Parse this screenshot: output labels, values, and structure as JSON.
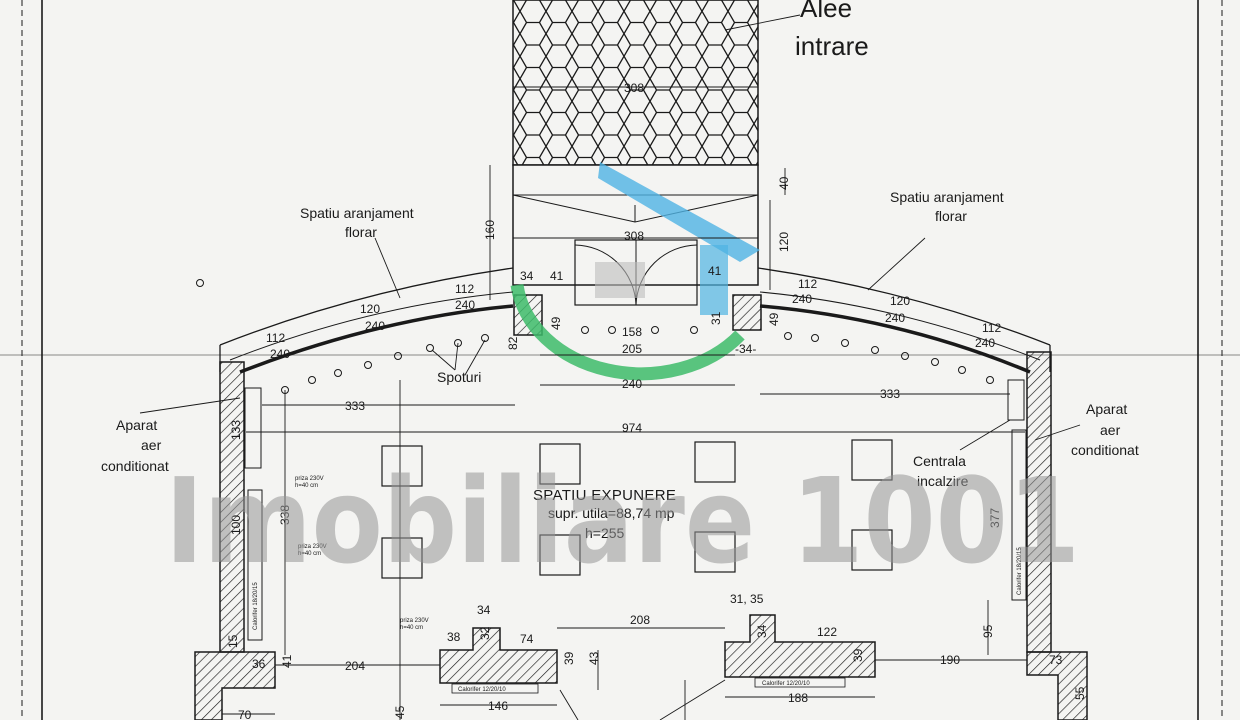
{
  "labels": {
    "alee_line1": "Alee",
    "alee_line2": "intrare",
    "florar_left_line1": "Spatiu aranjament",
    "florar_left_line2": "florar",
    "florar_right_line1": "Spatiu aranjament",
    "florar_right_line2": "florar",
    "spoturi": "Spoturi",
    "ac_left_line1": "Aparat",
    "ac_left_line2": "aer",
    "ac_left_line3": "conditionat",
    "ac_right_line1": "Aparat",
    "ac_right_line2": "aer",
    "ac_right_line3": "conditionat",
    "centrala_line1": "Centrala",
    "centrala_line2": "incalzire",
    "room_name": "SPATIU EXPUNERE",
    "room_area": "supr. utila=88,74 mp",
    "room_height": "h=255"
  },
  "dimensions": {
    "d308_top": "308",
    "d40": "40",
    "d160": "160",
    "d120_v": "120",
    "d308_mid": "308",
    "d34_left": "34",
    "d41_left": "41",
    "d41_right": "41",
    "d112_l1": "112",
    "d120_l": "120",
    "d240_l1": "240",
    "d112_l2": "112",
    "d240_l2": "240",
    "d112_r1": "112",
    "d240_r1": "240",
    "d120_r": "120",
    "d240_r2": "240",
    "d112_r2": "112",
    "d240_r3": "240",
    "d49_l": "49",
    "d49_r": "49",
    "d31": "31",
    "d82": "82",
    "d158": "158",
    "d205": "205",
    "d34_mid": "-34-",
    "d240_center": "240",
    "d333_l": "333",
    "d333_r": "333",
    "d133": "133",
    "d974": "974",
    "d100": "100",
    "d338": "338",
    "d377": "377",
    "d95": "95",
    "d34_p1": "34",
    "d38": "38",
    "d32": "32",
    "d74": "74",
    "d208": "208",
    "d31_35": "31, 35",
    "d34_p2": "34",
    "d122": "122",
    "d39_l": "39",
    "d43": "43",
    "d39_r": "39",
    "d204": "204",
    "d36": "36",
    "d41_low": "41",
    "d15": "15",
    "d190": "190",
    "d73": "73",
    "d146": "146",
    "d188": "188",
    "d70": "70",
    "d45": "45",
    "d55": "55"
  },
  "small_notes": {
    "priza_1a": "priza 230V",
    "priza_1b": "h=40 cm",
    "priza_2a": "priza 230V",
    "priza_2b": "h=40 cm",
    "priza_3a": "priza 230V",
    "priza_3b": "h=40 cm",
    "calorifer_left": "Calorifer 18/20/15",
    "calorifer_right": "Calorifer 18/20/15",
    "calorifer_p1": "Calorifer 12/20/10",
    "calorifer_p2": "Calorifer 12/20/10"
  },
  "watermark": "Imobiliare 1001",
  "colors": {
    "line": "#1a1a1a",
    "paper": "#f4f4f2",
    "watermark": "#969696",
    "logo_blue": "#4fb3e3",
    "logo_green": "#3dbb6a"
  }
}
